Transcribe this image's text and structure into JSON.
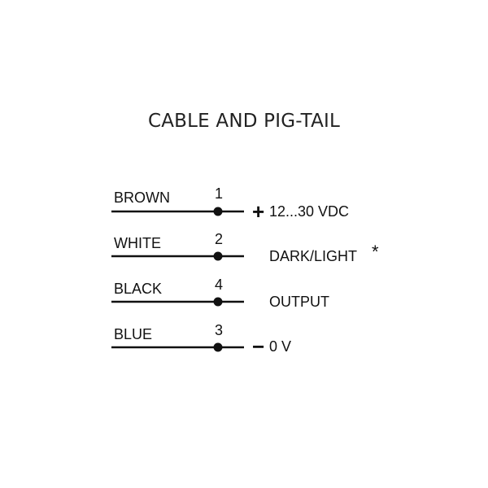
{
  "title": "CABLE AND PIG-TAIL",
  "wires": [
    {
      "color": "BROWN",
      "pin": "1",
      "signal": "12...30 VDC",
      "symbol": "+"
    },
    {
      "color": "WHITE",
      "pin": "2",
      "signal": "DARK/LIGHT",
      "note": "*"
    },
    {
      "color": "BLACK",
      "pin": "4",
      "signal": "OUTPUT"
    },
    {
      "color": "BLUE",
      "pin": "3",
      "signal": "0 V",
      "symbol": "−"
    }
  ]
}
